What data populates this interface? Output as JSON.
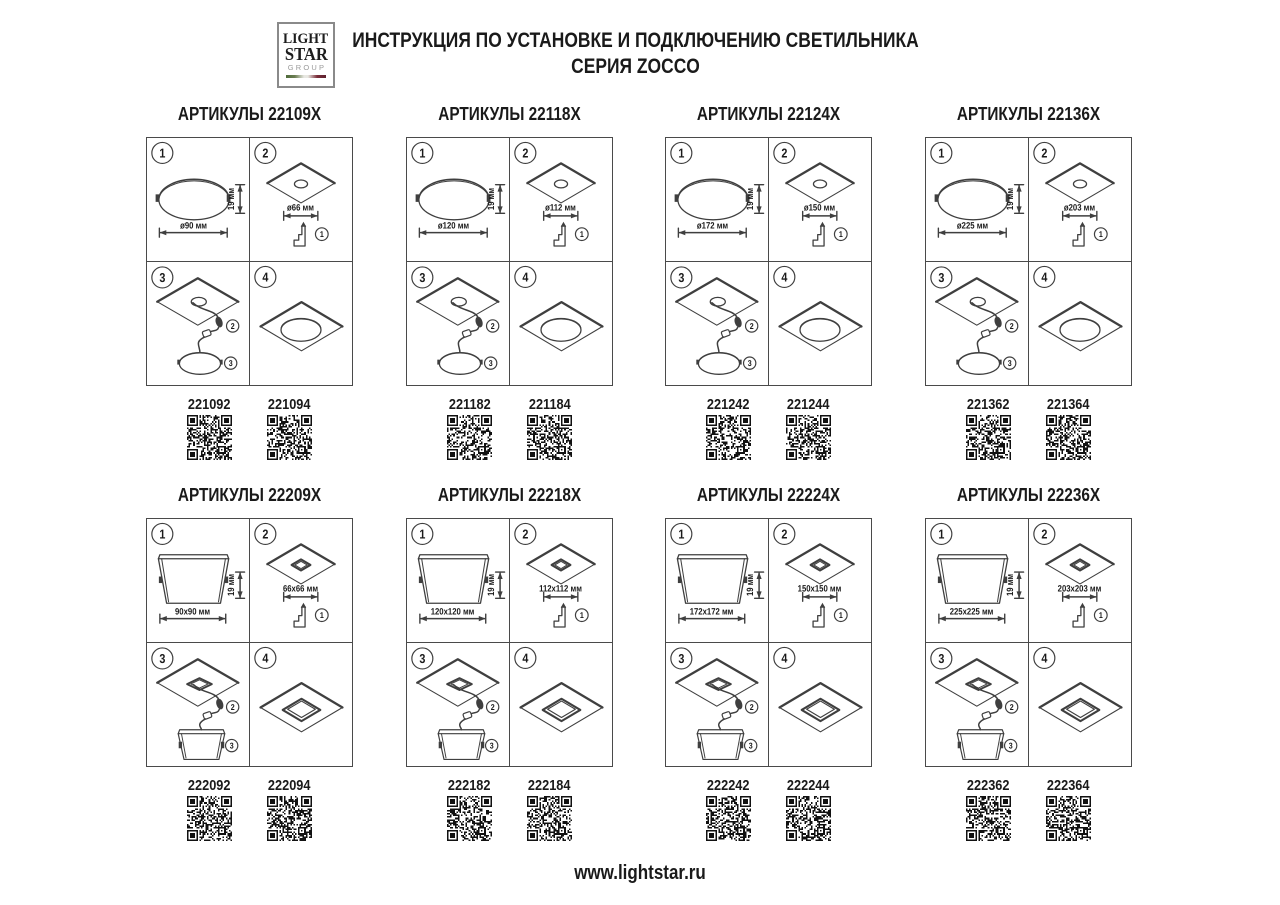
{
  "header": {
    "logo": {
      "line1": "LIGHT",
      "line2": "STAR",
      "line3": "GROUP"
    },
    "title_line1": "ИНСТРУКЦИЯ ПО УСТАНОВКЕ И ПОДКЛЮЧЕНИЮ СВЕТИЛЬНИКА",
    "title_line2": "СЕРИЯ ZOCCO"
  },
  "footer": {
    "website": "www.lightstar.ru"
  },
  "steps": {
    "one": "1",
    "two": "2",
    "three": "3",
    "four": "4"
  },
  "colors": {
    "line": "#3f3f3f",
    "text": "#1a1a1a",
    "grid": "#4a4a4a"
  },
  "panels": [
    {
      "title": "АРТИКУЛЫ 22109X",
      "shape": "round",
      "fixture_dim": "ø90 мм",
      "height_dim": "19 мм",
      "cutout_dim": "ø66 мм",
      "articles": [
        "221092",
        "221094"
      ]
    },
    {
      "title": "АРТИКУЛЫ 22118X",
      "shape": "round",
      "fixture_dim": "ø120 мм",
      "height_dim": "19 мм",
      "cutout_dim": "ø112 мм",
      "articles": [
        "221182",
        "221184"
      ]
    },
    {
      "title": "АРТИКУЛЫ 22124X",
      "shape": "round",
      "fixture_dim": "ø172 мм",
      "height_dim": "19 мм",
      "cutout_dim": "ø150 мм",
      "articles": [
        "221242",
        "221244"
      ]
    },
    {
      "title": "АРТИКУЛЫ 22136X",
      "shape": "round",
      "fixture_dim": "ø225 мм",
      "height_dim": "19 мм",
      "cutout_dim": "ø203 мм",
      "articles": [
        "221362",
        "221364"
      ]
    },
    {
      "title": "АРТИКУЛЫ 22209X",
      "shape": "square",
      "fixture_dim": "90x90 мм",
      "height_dim": "19 мм",
      "cutout_dim": "66x66 мм",
      "articles": [
        "222092",
        "222094"
      ]
    },
    {
      "title": "АРТИКУЛЫ 22218X",
      "shape": "square",
      "fixture_dim": "120x120 мм",
      "height_dim": "19 мм",
      "cutout_dim": "112x112 мм",
      "articles": [
        "222182",
        "222184"
      ]
    },
    {
      "title": "АРТИКУЛЫ 22224X",
      "shape": "square",
      "fixture_dim": "172x172 мм",
      "height_dim": "19 мм",
      "cutout_dim": "150x150 мм",
      "articles": [
        "222242",
        "222244"
      ]
    },
    {
      "title": "АРТИКУЛЫ 22236X",
      "shape": "square",
      "fixture_dim": "225x225 мм",
      "height_dim": "19 мм",
      "cutout_dim": "203x203 мм",
      "articles": [
        "222362",
        "222364"
      ]
    }
  ]
}
